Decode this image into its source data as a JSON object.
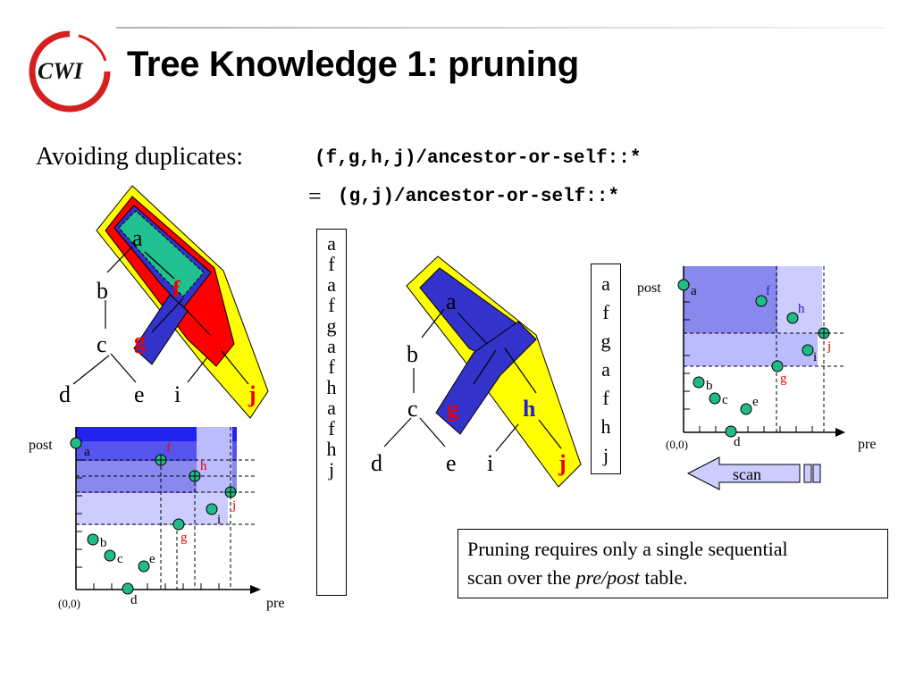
{
  "slide": {
    "title": "Tree Knowledge 1: pruning",
    "logo_text": "CWI"
  },
  "avoiding": {
    "label": "Avoiding duplicates:",
    "xpath_1": "(f,g,h,j)/ancestor-or-self::*",
    "equals": "=",
    "xpath_2": "(g,j)/ancestor-or-self::*"
  },
  "tree_nodes": {
    "a": "a",
    "b": "b",
    "c": "c",
    "d": "d",
    "e": "e",
    "f": "f",
    "g": "g",
    "h": "h",
    "i": "i",
    "j": "j"
  },
  "sequence_unpruned": [
    "a",
    "f",
    "a",
    "f",
    "g",
    "a",
    "f",
    "h",
    "a",
    "f",
    "h",
    "j"
  ],
  "sequence_pruned": [
    "a",
    "f",
    "g",
    "a",
    "f",
    "h",
    "j"
  ],
  "plot_labels": {
    "post": "post",
    "pre": "pre",
    "origin": "(0,0)",
    "scan": "scan"
  },
  "note": {
    "line1": "Pruning requires only a single sequential",
    "line2_prefix": "scan over the ",
    "line2_italic": "pre/post",
    "line2_suffix": " table."
  },
  "colors": {
    "region_yellow": "#ffff00",
    "region_red": "#ff0000",
    "region_teal": "#20c090",
    "region_blue": "#3333cc",
    "node_fill": "#22bb88",
    "label_red": "#ee0000",
    "label_blue": "#2222cc"
  }
}
